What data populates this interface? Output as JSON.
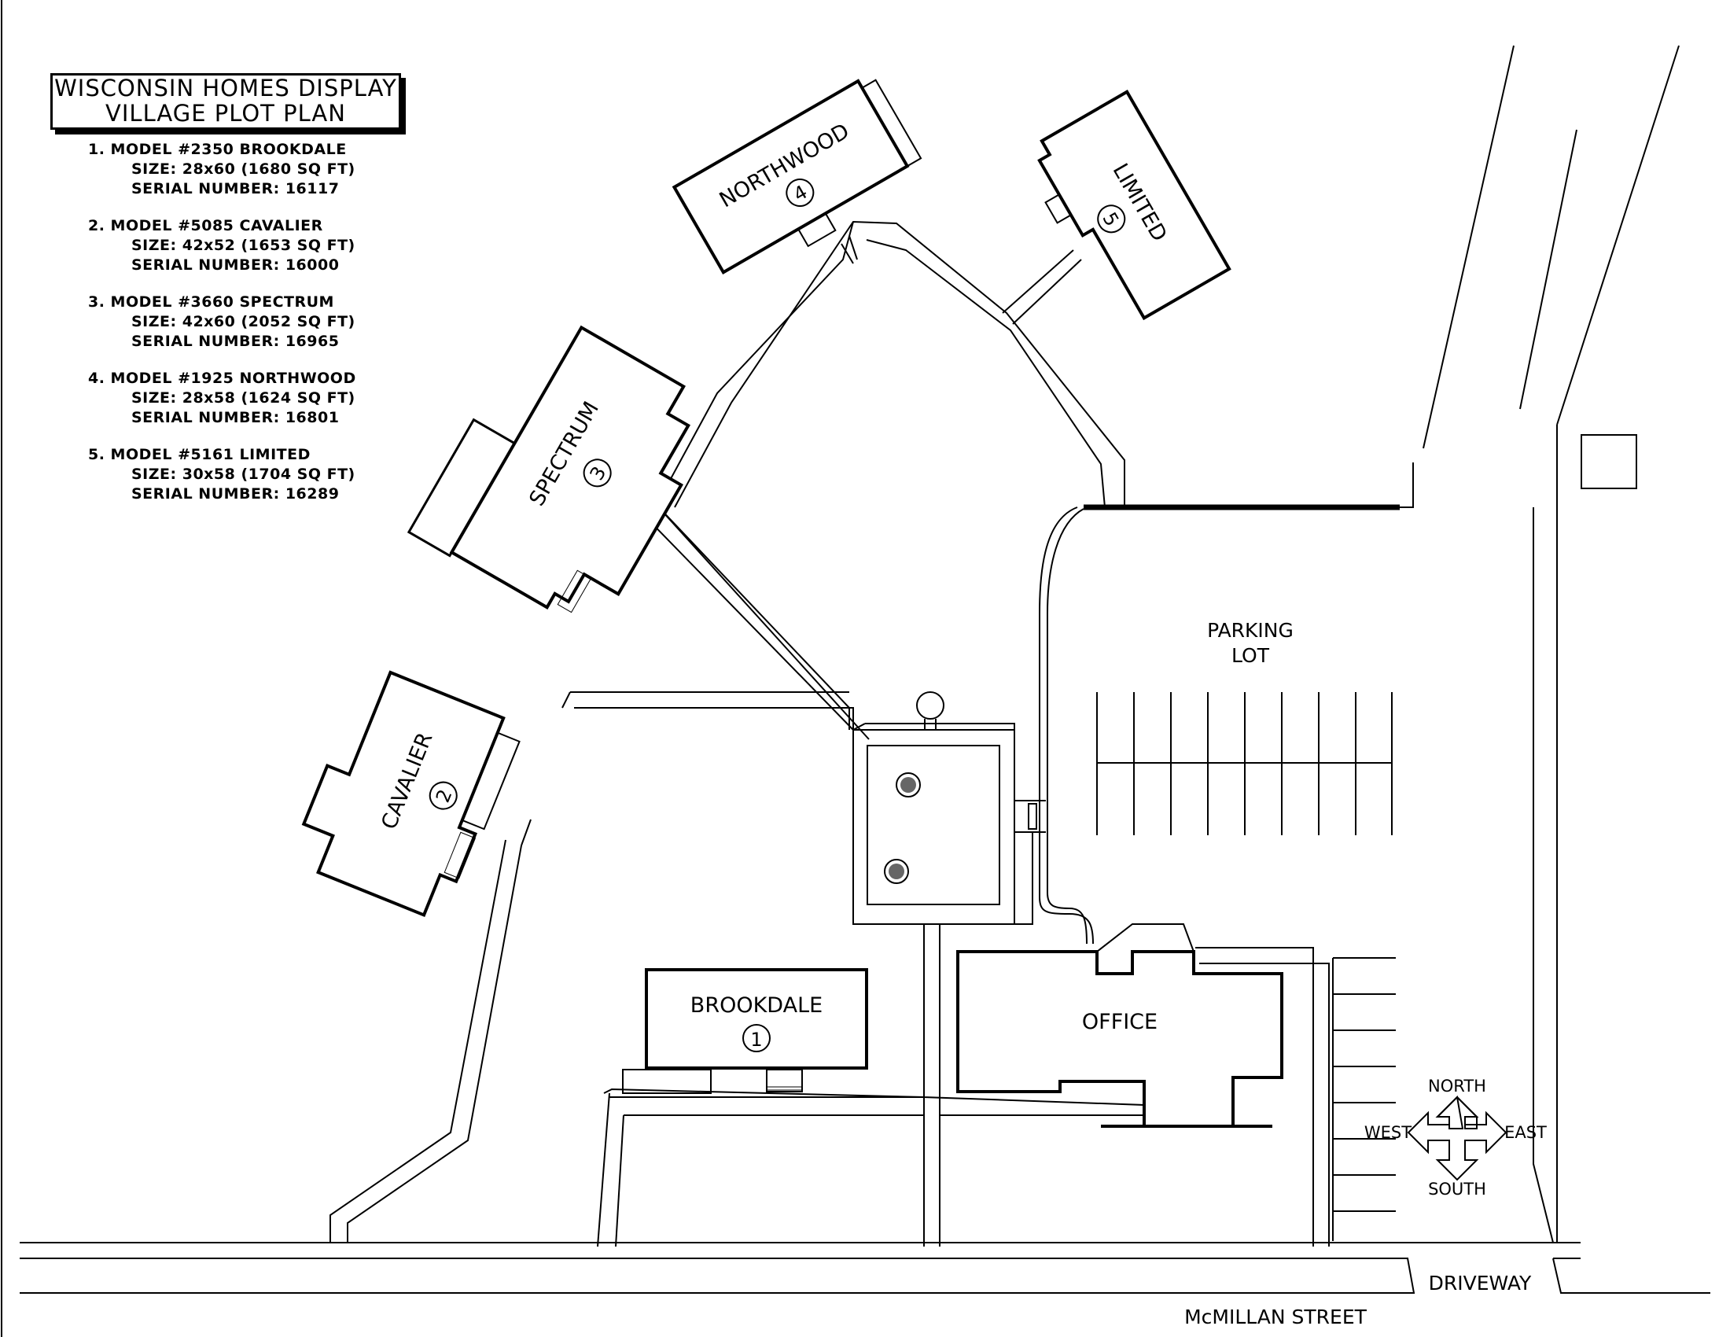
{
  "title": {
    "line1": "WISCONSIN HOMES DISPLAY",
    "line2": "VILLAGE PLOT PLAN"
  },
  "legend": [
    {
      "heading": "1. MODEL #2350 BROOKDALE",
      "size": "SIZE: 28x60 (1680 SQ FT)",
      "serial": "SERIAL NUMBER: 16117"
    },
    {
      "heading": "2. MODEL #5085 CAVALIER",
      "size": "SIZE: 42x52 (1653 SQ FT)",
      "serial": "SERIAL NUMBER: 16000"
    },
    {
      "heading": "3. MODEL #3660 SPECTRUM",
      "size": "SIZE: 42x60 (2052 SQ FT)",
      "serial": "SERIAL NUMBER: 16965"
    },
    {
      "heading": "4. MODEL #1925 NORTHWOOD",
      "size": "SIZE: 28x58 (1624 SQ FT)",
      "serial": "SERIAL NUMBER: 16801"
    },
    {
      "heading": "5. MODEL #5161 LIMITED",
      "size": "SIZE: 30x58 (1704 SQ FT)",
      "serial": "SERIAL NUMBER: 16289"
    }
  ],
  "buildings": {
    "brookdale": {
      "name": "BROOKDALE",
      "number": "1"
    },
    "cavalier": {
      "name": "CAVALIER",
      "number": "2"
    },
    "spectrum": {
      "name": "SPECTRUM",
      "number": "3"
    },
    "northwood": {
      "name": "NORTHWOOD",
      "number": "4"
    },
    "limited": {
      "name": "LIMITED",
      "number": "5"
    },
    "office": {
      "name": "OFFICE"
    }
  },
  "labels": {
    "parking_line1": "PARKING",
    "parking_line2": "LOT",
    "driveway": "DRIVEWAY",
    "street": "McMILLAN STREET"
  },
  "compass": {
    "north": "NORTH",
    "south": "SOUTH",
    "east": "EAST",
    "west": "WEST"
  }
}
